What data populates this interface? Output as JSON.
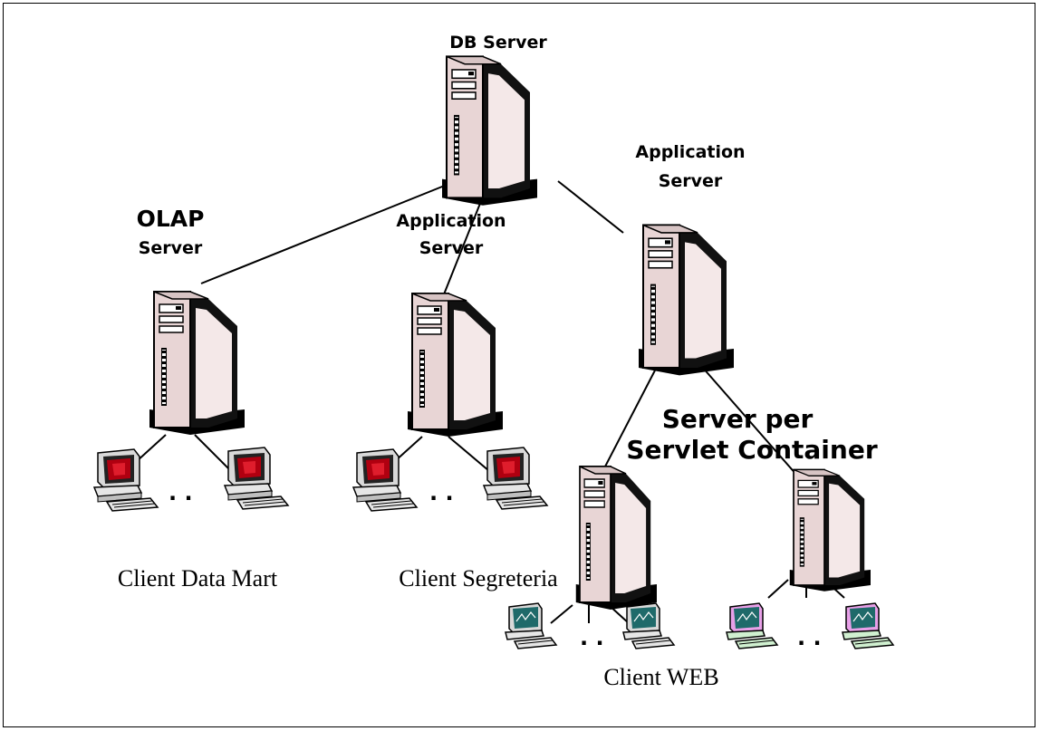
{
  "labels": {
    "db_server": "DB Server",
    "olap_line1": "OLAP",
    "olap_line2": "Server",
    "app_server_mid_line1": "Application",
    "app_server_mid_line2": "Server",
    "app_server_right_line1": "Application",
    "app_server_right_line2": "Server",
    "servlet_line1": "Server per",
    "servlet_line2": "Servlet Container",
    "client_datamart": "Client Data Mart",
    "client_segreteria": "Client Segreteria",
    "client_web": "Client WEB",
    "ellipsis": ". ."
  },
  "colors": {
    "server_body": "#e8d5d5",
    "server_side": "#000000",
    "screen_red": "#b00010",
    "screen_teal": "#1f6a6a",
    "screen_pink_frame": "#e8a0e8",
    "line": "#000000"
  }
}
